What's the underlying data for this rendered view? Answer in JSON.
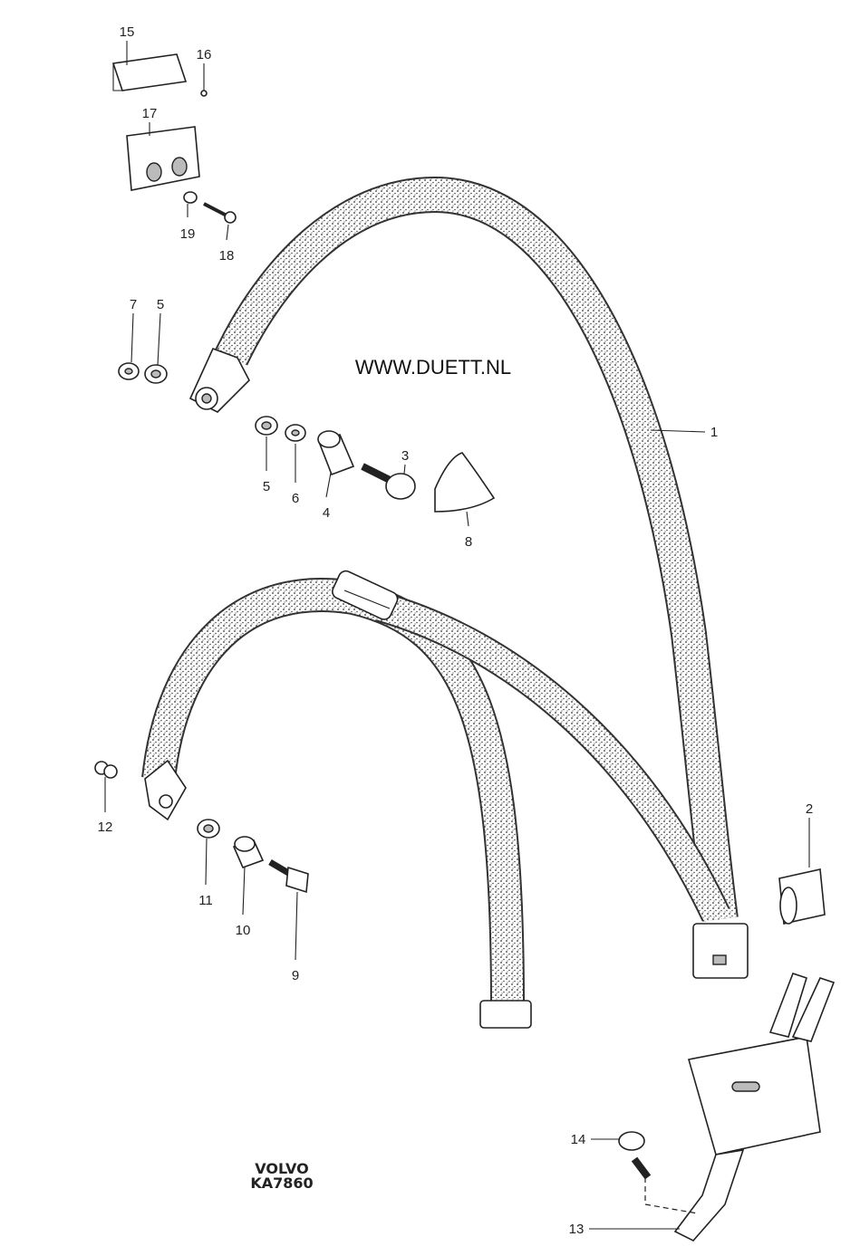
{
  "watermark": "WWW.DUETT.NL",
  "drawing_code": {
    "brand": "VOLVO",
    "number": "KA7860"
  },
  "part_labels": [
    "1",
    "2",
    "3",
    "4",
    "5",
    "5",
    "6",
    "7",
    "8",
    "9",
    "10",
    "11",
    "12",
    "13",
    "14",
    "15",
    "16",
    "17",
    "18",
    "19"
  ],
  "colors": {
    "ink": "#222222",
    "background": "#ffffff"
  }
}
